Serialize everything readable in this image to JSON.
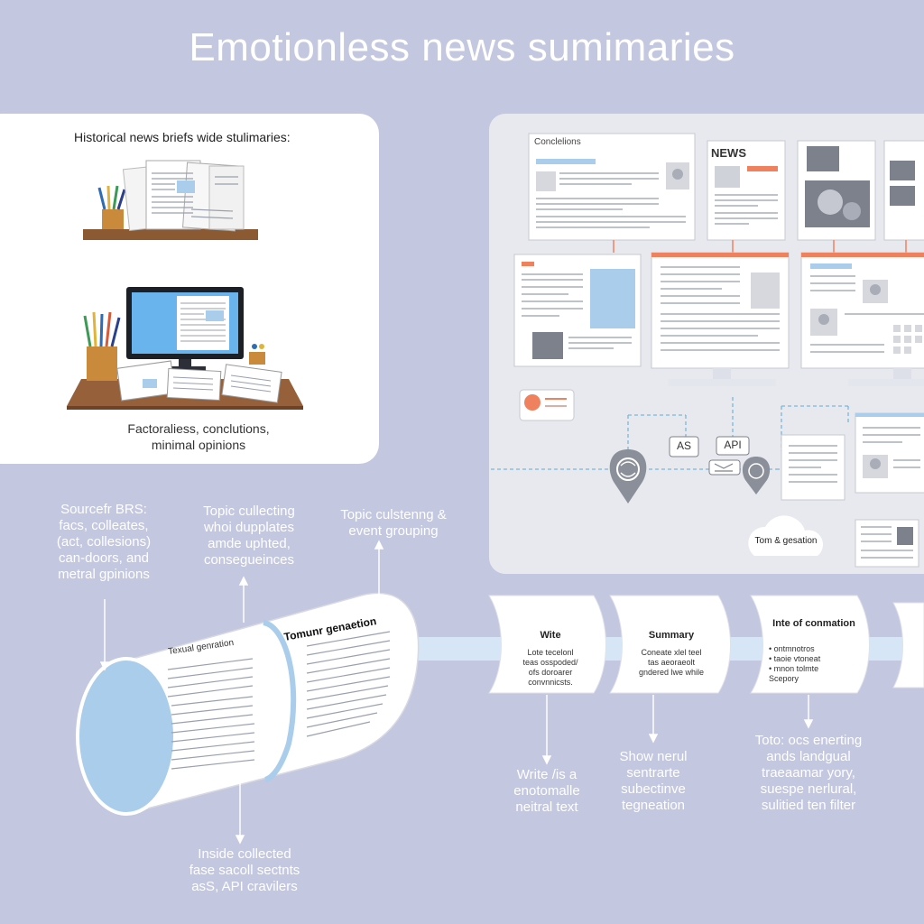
{
  "title": "Emotionless news sumimaries",
  "left_card": {
    "heading": "Historical news briefs wide stulimaries:",
    "caption_line1": "Factoraliess, conclutions,",
    "caption_line2": "minimal opinions"
  },
  "right_panel": {
    "doc_header": "Conclelions",
    "news_label": "NEWS",
    "pill_as": "AS",
    "pill_api": "API",
    "cloud_label": "Tom & gesation"
  },
  "notes": {
    "sources": [
      "Sourcefr BRS:",
      "facs, colleates,",
      "(act, collesions)",
      "can-doors, and",
      "metral gpinions"
    ],
    "topic_collecting": [
      "Topic cullecting",
      "whoi dupplates",
      "amde uphted,",
      "consegueinces"
    ],
    "topic_clustering": [
      "Topic culstenng &",
      "event grouping"
    ],
    "inside_collected": [
      "Inside collected",
      "fase sacoll sectnts",
      "asS, API cravilers"
    ],
    "write_neutral": [
      "Write /is a",
      "enotomalle",
      "neitral text"
    ],
    "show_neutral": [
      "Show nerul",
      "sentrarte",
      "subectinve",
      "tegneation"
    ],
    "tone_filter": [
      "Toto: ocs enerting",
      "ands landgual",
      "traeaamar yory,",
      "suespe nerlural,",
      "sulitied ten filter"
    ]
  },
  "scroll": {
    "label_front": "Texual genration",
    "label_back": "Tomunr genaetion"
  },
  "stages": [
    {
      "label": "Wite",
      "body": [
        "Lote tecelonl",
        "teas osspoded/",
        "ofs doroarer",
        "convnnicsts."
      ]
    },
    {
      "label": "Summary",
      "body": [
        "Coneate xlel teel",
        "tas aeoraeolt",
        "gndered lwe while"
      ]
    },
    {
      "label": "Inte of conmation",
      "body": [
        "• ontmnotros",
        "• taoie vtoneat",
        "• mnon tolmte",
        "Scepory"
      ]
    }
  ],
  "colors": {
    "background": "#c3c7df",
    "accent_blue": "#a9cdea",
    "desk_brown": "#8b5a33",
    "monitor_screen": "#6ab4ee",
    "orange_dot": "#f0815f"
  }
}
